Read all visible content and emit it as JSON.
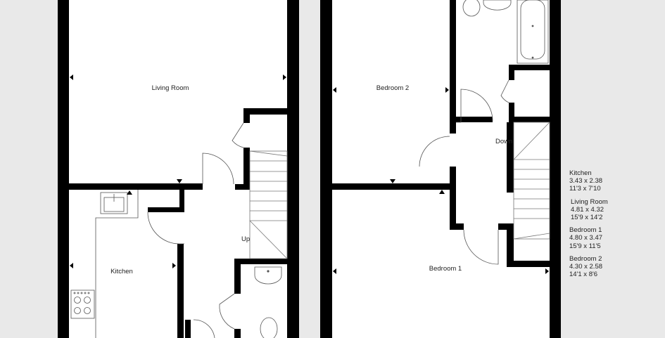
{
  "rooms": {
    "living_room": "Living Room",
    "kitchen": "Kitchen",
    "bedroom_2": "Bedroom 2",
    "bedroom_1": "Bedroom 1"
  },
  "stairs": {
    "up": "Up",
    "down": "Down"
  },
  "legend": [
    {
      "name": "Kitchen",
      "metric": "3.43 x 2.38",
      "imperial": "11'3 x 7'10"
    },
    {
      "name": "Living Room",
      "metric": "4.81 x 4.32",
      "imperial": "15'9 x 14'2"
    },
    {
      "name": "Bedroom 1",
      "metric": "4.80 x 3.47",
      "imperial": "15'9 x 11'5"
    },
    {
      "name": "Bedroom 2",
      "metric": "4.30 x 2.58",
      "imperial": "14'1 x 8'6"
    }
  ],
  "colors": {
    "wall": "#000000",
    "floor": "#ffffff",
    "background": "#e9e9e9",
    "fixture_line": "#555555"
  }
}
